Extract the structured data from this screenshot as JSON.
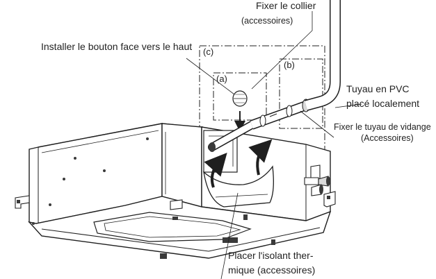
{
  "colors": {
    "line": "#1f1f1f",
    "fill": "#ffffff",
    "shade": "#d9d9d9",
    "dark": "#3a3a3a"
  },
  "labels": {
    "fix_collar": "Fixer le collier",
    "fix_collar_accessories": "(accessoires)",
    "install_button": "Installer le bouton face vers le haut",
    "tag_c": "(c)",
    "tag_a": "(a)",
    "tag_b": "(b)",
    "pvc_pipe_line1": "Tuyau en PVC",
    "pvc_pipe_line2": "placé localement",
    "fix_drain_line1": "Fixer le tuyau de vidange",
    "fix_drain_line2": "(Accessoires)",
    "insulation_line1": "Placer l'isolant ther-",
    "insulation_line2": "mique (accessoires)"
  }
}
